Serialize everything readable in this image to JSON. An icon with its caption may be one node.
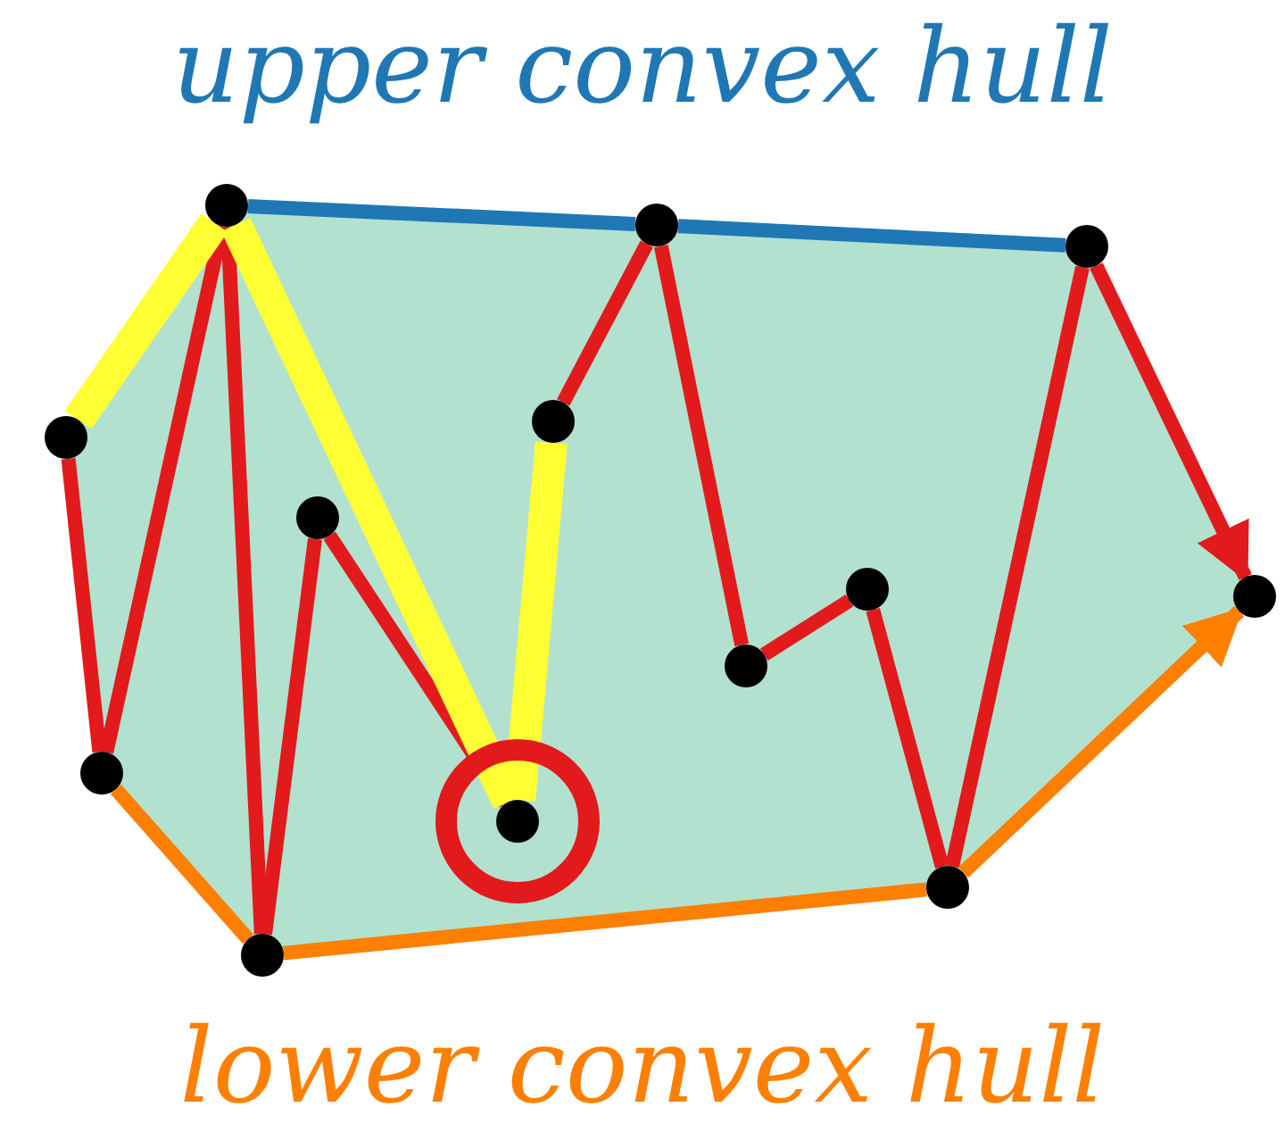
{
  "diagram": {
    "nodes": [
      {
        "text": [],
        "shape": "circle"
      },
      {
        "text": [],
        "shape": "circle"
      },
      {
        "text": [],
        "shape": "circle"
      },
      {
        "text": [],
        "shape": "circle"
      },
      {
        "text": [],
        "shape": "circle"
      },
      {
        "text": [],
        "shape": "circle"
      },
      {
        "text": [],
        "shape": "circle"
      },
      {
        "text": [],
        "shape": "circle"
      },
      {
        "text": [],
        "shape": "circle"
      },
      {
        "text": [],
        "shape": "circle"
      },
      {
        "text": [],
        "shape": "circle"
      },
      {
        "text": [],
        "shape": "circle"
      },
      {
        "text": [],
        "shape": "circle"
      }
    ],
    "edges": [
      {
        "from": 0,
        "to": 2,
        "arrow": "none"
      },
      {
        "from": 2,
        "to": 1,
        "arrow": "none"
      },
      {
        "from": 1,
        "to": 3,
        "arrow": "none"
      },
      {
        "from": 3,
        "to": 4,
        "arrow": "none"
      },
      {
        "from": 4,
        "to": 5,
        "arrow": "none"
      },
      {
        "from": 6,
        "to": 7,
        "arrow": "none"
      },
      {
        "from": 7,
        "to": 8,
        "arrow": "none"
      },
      {
        "from": 8,
        "to": 9,
        "arrow": "none"
      },
      {
        "from": 9,
        "to": 10,
        "arrow": "none"
      },
      {
        "from": 10,
        "to": 11,
        "arrow": "none"
      },
      {
        "from": 11,
        "to": 12,
        "arrow": "to"
      },
      {
        "from": 1,
        "to": 7,
        "arrow": "none",
        "color": "#1f78b4"
      },
      {
        "from": 7,
        "to": 11,
        "arrow": "none",
        "color": "#1f78b4"
      },
      {
        "from": 2,
        "to": 3,
        "arrow": "none",
        "color": "#ff7f00"
      },
      {
        "from": 3,
        "to": 10,
        "arrow": "none",
        "color": "#ff7f00"
      },
      {
        "from": 10,
        "to": 12,
        "arrow": "to",
        "color": "#ff7f00"
      },
      {
        "from": 0,
        "to": 1,
        "arrow": "none",
        "style": "thick",
        "color": "#ffff33"
      },
      {
        "from": 1,
        "to": 5,
        "arrow": "none",
        "style": "thick",
        "color": "#ffff33"
      },
      {
        "from": 5,
        "to": 6,
        "arrow": "none",
        "style": "thick",
        "color": "#ffff33"
      }
    ],
    "labels": [
      "upper convex hull",
      "lower convex hull"
    ]
  }
}
